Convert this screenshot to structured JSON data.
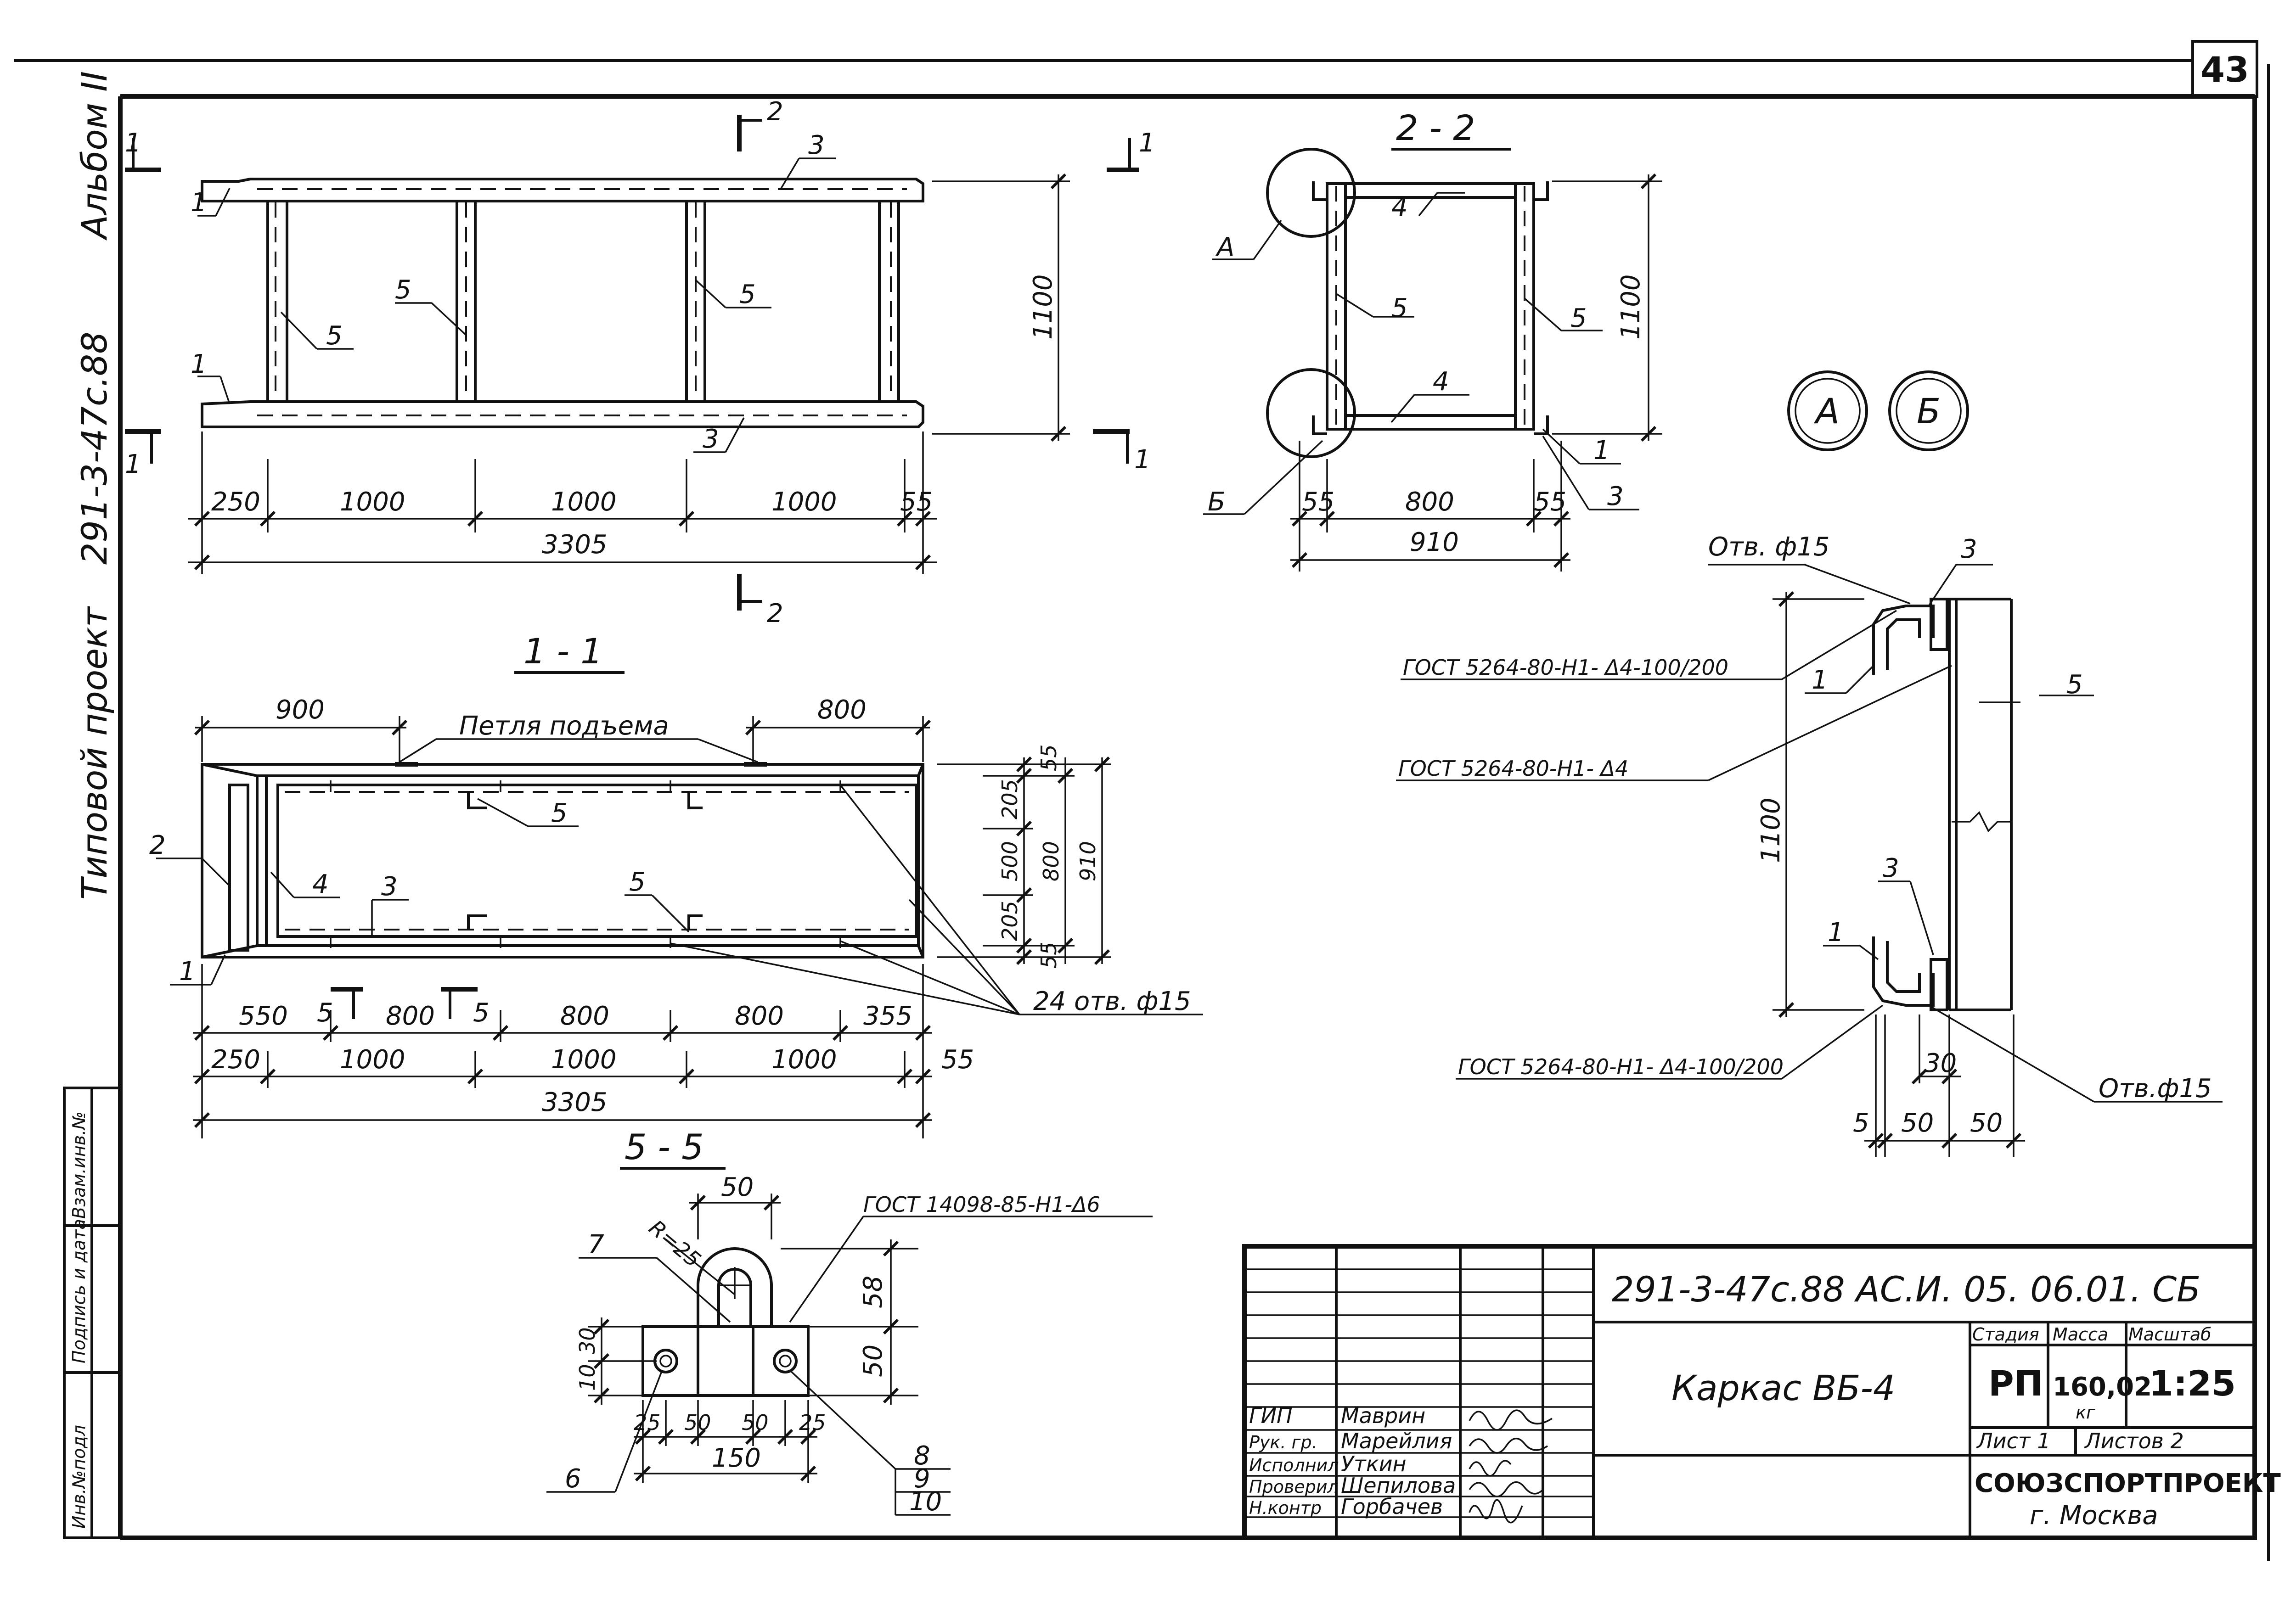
{
  "sheet_number": "43",
  "sidebar": {
    "album": "Альбом II",
    "project_code": "291-3-47с.88",
    "project_type": "Типовой проект",
    "inv_podl": "Инв.№подл",
    "sign_date": "Подпись и дата",
    "vzam_inv": "Взам.инв.№"
  },
  "top_view": {
    "section_marks": [
      "1",
      "1",
      "1",
      "1",
      "2",
      "2"
    ],
    "labels": [
      "1",
      "1",
      "3",
      "3",
      "5",
      "5",
      "5"
    ],
    "height_dim": "1100",
    "dims": [
      "250",
      "1000",
      "1000",
      "1000",
      "55"
    ],
    "total_dim": "3305"
  },
  "section_2_2": {
    "title": "2 - 2",
    "callouts": [
      "А",
      "Б"
    ],
    "labels": [
      "4",
      "4",
      "5",
      "5",
      "1",
      "3"
    ],
    "height_dim": "1100",
    "dims": [
      "55",
      "800",
      "55"
    ],
    "total_dim": "910"
  },
  "detail_markers": [
    "А",
    "Б"
  ],
  "detail": {
    "hole_top": "Отв. ф15",
    "hole_bottom": "Отв.ф15",
    "weld_1": "ГОСТ 5264-80-Н1- Δ4-100/200",
    "weld_2": "ГОСТ 5264-80-Н1- Δ4",
    "weld_3": "ГОСТ 5264-80-Н1- Δ4-100/200",
    "labels": [
      "3",
      "1",
      "5",
      "3",
      "1"
    ],
    "height_dim": "1100",
    "dims_bottom": [
      "5",
      "50",
      "50"
    ],
    "dim_30": "30"
  },
  "section_1_1": {
    "title": "1 - 1",
    "lifting_loop": "Петля подъема",
    "top_dims": [
      "900",
      "800"
    ],
    "right_dims_inner": [
      "55",
      "205",
      "500",
      "205",
      "55"
    ],
    "right_dim_800": "800",
    "right_dim_910": "910",
    "labels": [
      "2",
      "4",
      "3",
      "1",
      "5",
      "5"
    ],
    "holes": "24 отв. ф15",
    "section_marks": [
      "5",
      "5"
    ],
    "dims_row1": [
      "550",
      "800",
      "800",
      "800",
      "355"
    ],
    "dims_row2": [
      "250",
      "1000",
      "1000",
      "1000",
      "55"
    ],
    "total_dim": "3305"
  },
  "section_5_5": {
    "title": "5 - 5",
    "weld": "ГОСТ 14098-85-Н1-Δ6",
    "radius": "R=25",
    "dim_top": "50",
    "dims_right": [
      "58",
      "50"
    ],
    "dims_left": [
      "30",
      "10"
    ],
    "dims_bottom": [
      "25",
      "50",
      "50",
      "25"
    ],
    "total_dim": "150",
    "labels": [
      "7",
      "6",
      "8",
      "9",
      "10"
    ]
  },
  "title_block": {
    "doc_code": "291-3-47с.88 АС.И. 05. 06.01. СБ",
    "name": "Каркас  ВБ-4",
    "headers": [
      "Стадия",
      "Масса",
      "Масштаб"
    ],
    "stage": "РП",
    "mass": "160,02",
    "mass_unit": "кг",
    "scale": "1:25",
    "sheet": "Лист 1",
    "sheets": "Листов 2",
    "org": "СОЮЗСПОРТПРОЕКТ",
    "city": "г. Москва",
    "staff": [
      {
        "role": "ГИП",
        "name": "Маврин"
      },
      {
        "role": "Рук. гр.",
        "name": "Марейлия"
      },
      {
        "role": "Исполнил",
        "name": "Уткин"
      },
      {
        "role": "Проверил",
        "name": "Шепилова"
      },
      {
        "role": "Н.контр",
        "name": "Горбачев"
      }
    ]
  }
}
